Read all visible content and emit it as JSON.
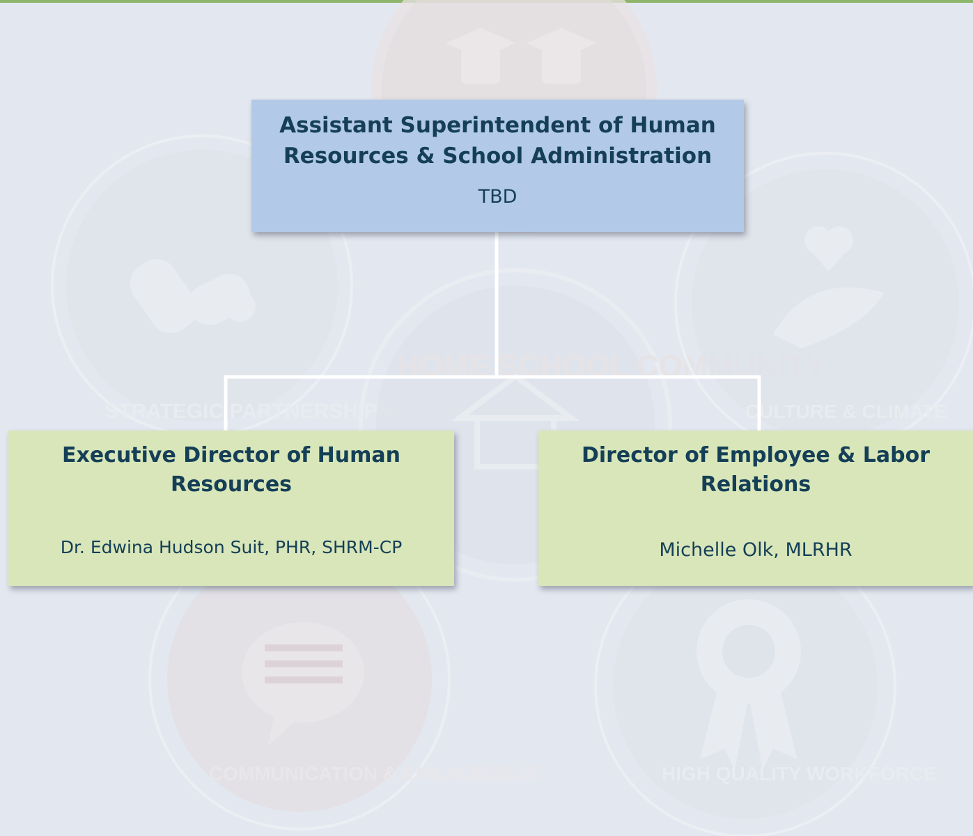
{
  "colors": {
    "background": "#e3e8f0",
    "top_accent_bar": "#8db66a",
    "top_node_fill": "#b2c9e8",
    "child_node_fill": "#d8e6b9",
    "text": "#153f57",
    "connector": "#ffffff"
  },
  "background_art": {
    "badges": [
      {
        "label": "STRATEGIC PARTNERSHIPS",
        "icon": "handshake-icon"
      },
      {
        "label": "HOME SCHOOL COMMUNITY",
        "icon": "house-icon"
      },
      {
        "label": "CULTURE & CLIMATE",
        "icon": "heart-hand-icon"
      },
      {
        "label": "COMMUNICATION & ENGAGEMENT",
        "icon": "speech-bubble-icon"
      },
      {
        "label": "HIGH QUALITY WORKFORCE",
        "icon": "award-ribbon-icon"
      },
      {
        "label": "",
        "icon": "graduation-caps-icon"
      }
    ]
  },
  "org_chart": {
    "root": {
      "title": "Assistant Superintendent of Human Resources & School Administration",
      "title_line1": "Assistant Superintendent of Human",
      "title_line2": "Resources & School Administration",
      "name": "TBD"
    },
    "children": [
      {
        "title": "Executive Director of Human Resources",
        "title_line1": "Executive Director of Human",
        "title_line2": "Resources",
        "name": "Dr. Edwina Hudson Suit, PHR, SHRM-CP"
      },
      {
        "title": "Director of Employee & Labor Relations",
        "title_line1": "Director of Employee & Labor",
        "title_line2": "Relations",
        "name": "Michelle Olk, MLRHR"
      }
    ]
  }
}
